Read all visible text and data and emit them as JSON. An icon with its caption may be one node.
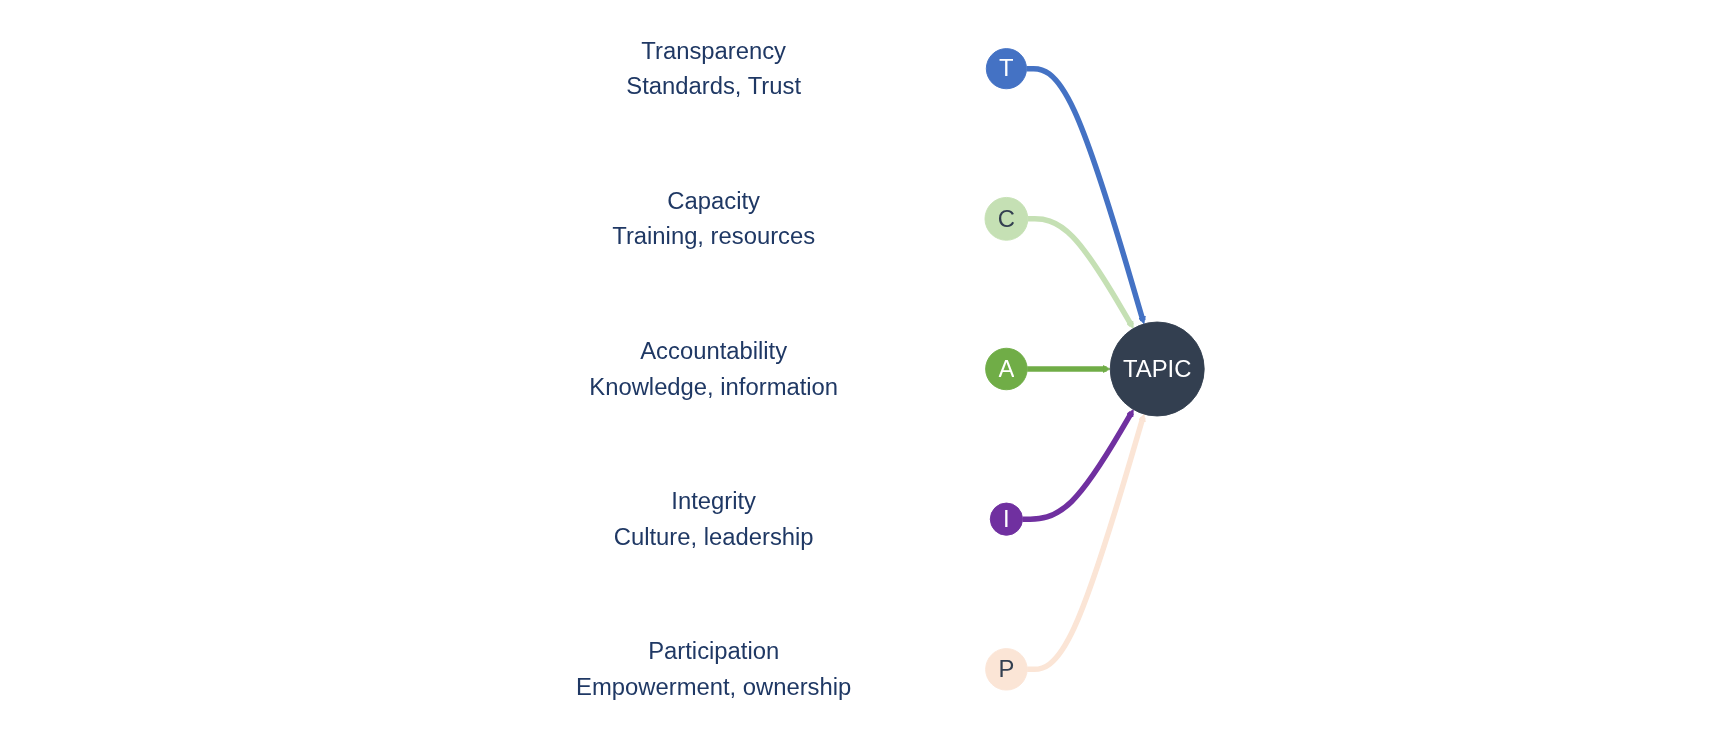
{
  "diagram": {
    "nodes": [
      {
        "text": [
          "T"
        ],
        "beside": [
          "Transparency",
          "Standards, Trust"
        ]
      },
      {
        "text": [
          "C"
        ],
        "beside": [
          "Capacity",
          "Training, resources"
        ]
      },
      {
        "text": [
          "TAPIC"
        ]
      },
      {
        "text": [
          "A"
        ],
        "beside": [
          "Accountability",
          "Knowledge, information"
        ]
      },
      {
        "text": [
          "I"
        ],
        "beside": [
          "Integrity",
          "Culture, leadership"
        ]
      },
      {
        "text": [
          "P"
        ],
        "beside": [
          "Participation",
          "Empowerment, ownership"
        ]
      }
    ],
    "edges": [
      {
        "from": 0,
        "to": 2,
        "arrow": "to",
        "color": "#4472c4"
      },
      {
        "from": 1,
        "to": 2,
        "arrow": "to",
        "color": "#c5e0b4"
      },
      {
        "from": 3,
        "to": 2,
        "arrow": "to",
        "color": "#70ad47"
      },
      {
        "from": 4,
        "to": 2,
        "arrow": "to",
        "color": "#7030a0"
      },
      {
        "from": 5,
        "to": 2,
        "arrow": "to",
        "color": "#fbe5d6"
      }
    ]
  }
}
